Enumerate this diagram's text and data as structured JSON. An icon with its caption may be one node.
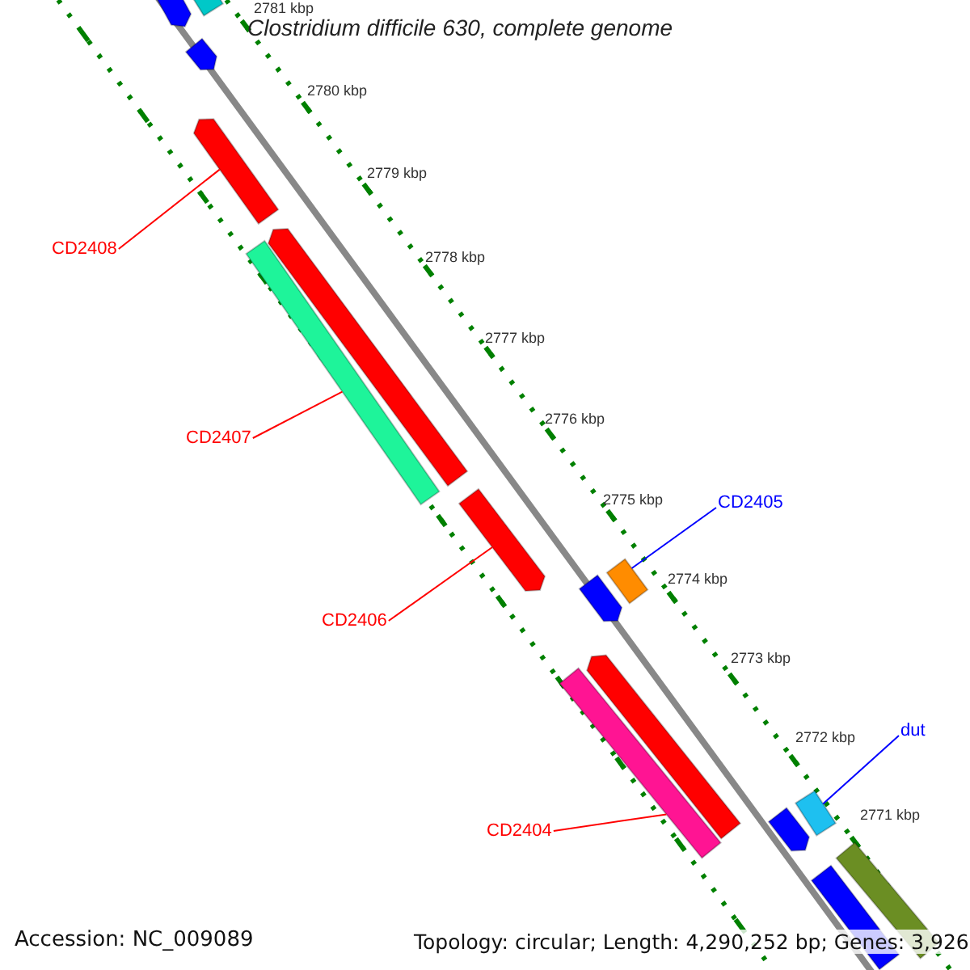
{
  "diagram": {
    "title": "Clostridium difficile 630, complete genome",
    "nodes": [
      {
        "text": [
          "CD2408"
        ]
      },
      {
        "text": [],
        "shape": "bar"
      },
      {
        "text": [
          "CD2407"
        ]
      },
      {
        "text": [],
        "shape": "bar"
      },
      {
        "text": [
          "CD2406"
        ]
      },
      {
        "text": [],
        "shape": "bar"
      },
      {
        "text": [
          "CD2405"
        ]
      },
      {
        "text": [],
        "shape": "bar"
      },
      {
        "text": [
          "CD2404"
        ]
      },
      {
        "text": [],
        "shape": "bar"
      },
      {
        "text": [
          "dut"
        ]
      },
      {
        "text": [],
        "shape": "bar"
      },
      {
        "text": [],
        "shape": "bar"
      },
      {
        "text": [],
        "shape": "bar"
      },
      {
        "text": [],
        "shape": "bar"
      },
      {
        "text": [],
        "shape": "bar"
      },
      {
        "text": [],
        "shape": "bar"
      },
      {
        "text": [],
        "shape": "bar"
      },
      {
        "text": [],
        "shape": "bar"
      },
      {
        "text": [],
        "shape": "bar"
      },
      {
        "text": [],
        "shape": "bar"
      }
    ],
    "edges": [
      {
        "from": 0,
        "to": 1,
        "arrow": "none",
        "color": "#ff0000"
      },
      {
        "from": 2,
        "to": 3,
        "arrow": "none",
        "color": "#ff0000"
      },
      {
        "from": 4,
        "to": 5,
        "arrow": "none",
        "color": "#ff0000"
      },
      {
        "from": 6,
        "to": 7,
        "arrow": "none",
        "color": "#0000ff"
      },
      {
        "from": 8,
        "to": 9,
        "arrow": "none",
        "color": "#ff0000"
      },
      {
        "from": 10,
        "to": 11,
        "arrow": "none",
        "color": "#0000ff"
      }
    ],
    "labels": [
      "2781 kbp",
      "2780 kbp",
      "2779 kbp",
      "2778 kbp",
      "2777 kbp",
      "2776 kbp",
      "2775 kbp",
      "2774 kbp",
      "2773 kbp",
      "2772 kbp",
      "2771 kbp",
      "Accession: NC_009089",
      "Topology: circular; Length: 4,290,252 bp; Genes: 3,926"
    ]
  }
}
